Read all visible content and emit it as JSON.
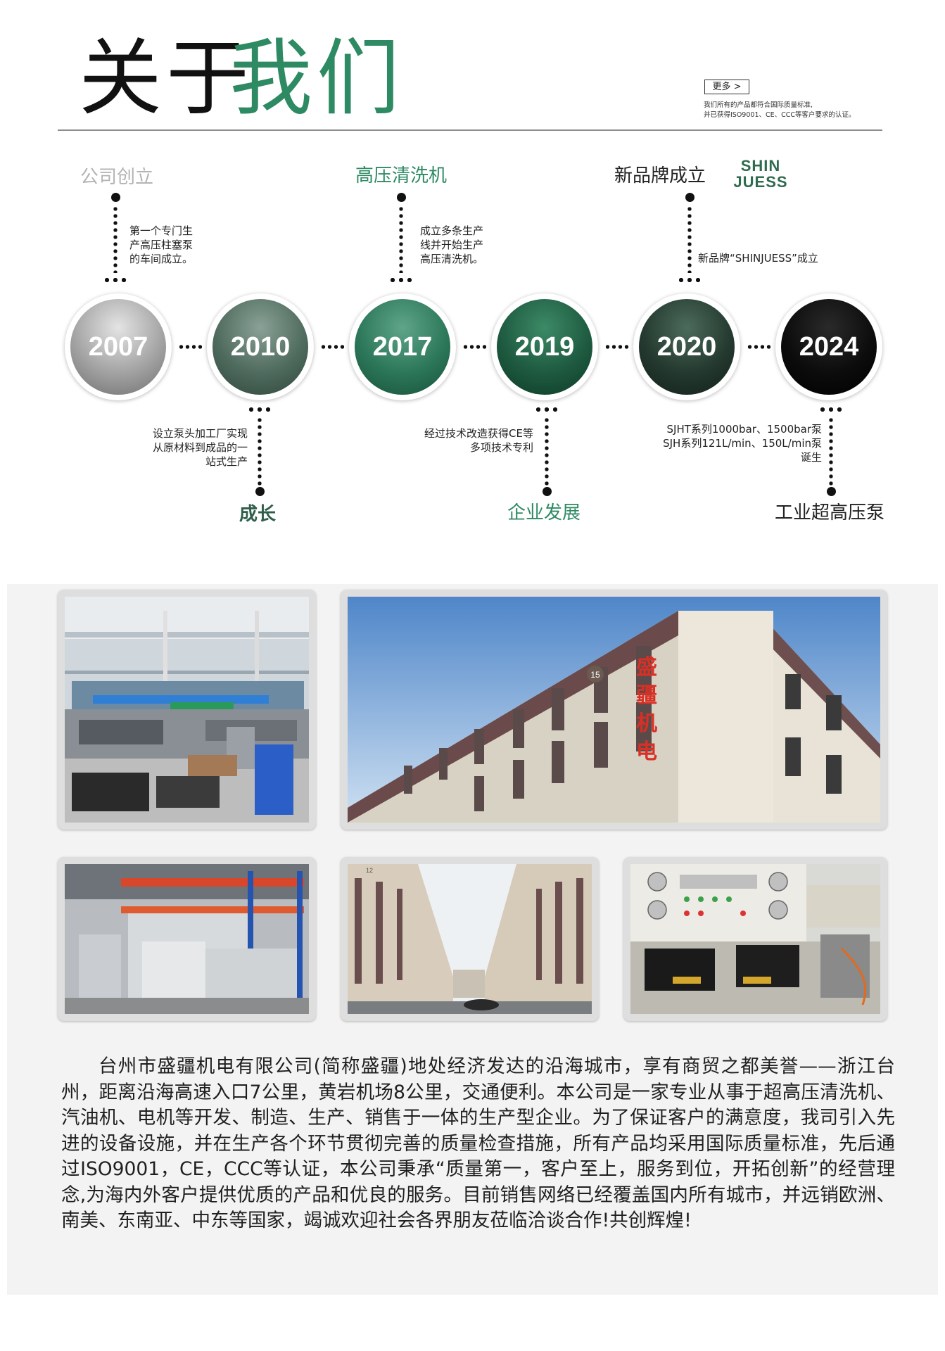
{
  "header": {
    "title_part1": "关于",
    "title_part2": "我们",
    "more_button": "更多 >",
    "cert_line1": "我们所有的产品都符合国际质量标准,",
    "cert_line2": "并已获得ISO9001、CE、CCC等客户要求的认证。"
  },
  "timeline": {
    "years": [
      "2007",
      "2010",
      "2017",
      "2019",
      "2020",
      "2024"
    ],
    "top": [
      {
        "label": "公司创立",
        "desc": "第一个专门生产高压柱塞泵的车间成立。"
      },
      {
        "label": "高压清洗机",
        "desc": "成立多条生产线并开始生产高压清洗机。"
      },
      {
        "label": "新品牌成立",
        "desc": "新品牌“SHINJUESS”成立"
      }
    ],
    "bottom": [
      {
        "label": "成长",
        "desc": "设立泵头加工厂实现从原材料到成品的一站式生产"
      },
      {
        "label": "企业发展",
        "desc": "经过技术改造获得CE等多项技术专利"
      },
      {
        "label": "工业超高压泵",
        "desc_line1": "SJHT系列1000bar、1500bar泵",
        "desc_line2": "SJH系列121L/min、150L/min泵",
        "desc_line3": "诞生"
      }
    ],
    "brand_logo_line1": "SHIN",
    "brand_logo_line2": "JUESS"
  },
  "photos": {
    "building_sign": "盛疆机电",
    "building_number_1": "15",
    "building_number_2": "12"
  },
  "company": {
    "description": "台州市盛疆机电有限公司(简称盛疆)地处经济发达的沿海城市，享有商贸之都美誉——浙江台州，距离沿海高速入口7公里，黄岩机场8公里，交通便利。本公司是一家专业从事于超高压清洗机、汽油机、电机等开发、制造、生产、销售于一体的生产型企业。为了保证客户的满意度，我司引入先进的设备设施，并在生产各个环节贯彻完善的质量检查措施，所有产品均采用国际质量标准，先后通过ISO9001，CE，CCC等认证，本公司秉承“质量第一，客户至上，服务到位，开拓创新”的经营理念,为海内外客户提供优质的产品和优良的服务。目前销售网络已经覆盖国内所有城市，并远销欧洲、南美、东南亚、中东等国家，竭诚欢迎社会各界朋友莅临洽谈合作!共创辉煌!"
  },
  "colors": {
    "accent_green": "#2e8a63",
    "label_gray": "#b3b3b3"
  }
}
